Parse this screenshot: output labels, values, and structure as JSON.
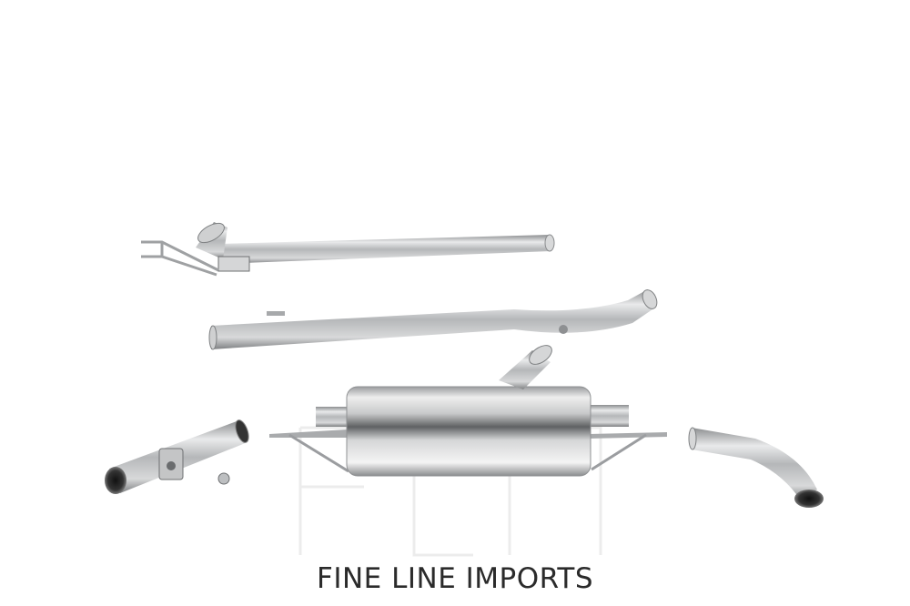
{
  "watermark": {
    "brand_text": "FINE LINE IMPORTS",
    "monogram_icon": "fli-monogram-icon"
  },
  "photo": {
    "background_color": "#ffffff",
    "metal_color": "#b9bbbd",
    "parts": [
      "front-downpipe-section",
      "centre-link-pipe",
      "rear-silencer-box",
      "silencer-inlet-stub",
      "joining-adaptor-pipe",
      "tail-pipe-bend",
      "mounting-clamp-and-nut"
    ]
  }
}
